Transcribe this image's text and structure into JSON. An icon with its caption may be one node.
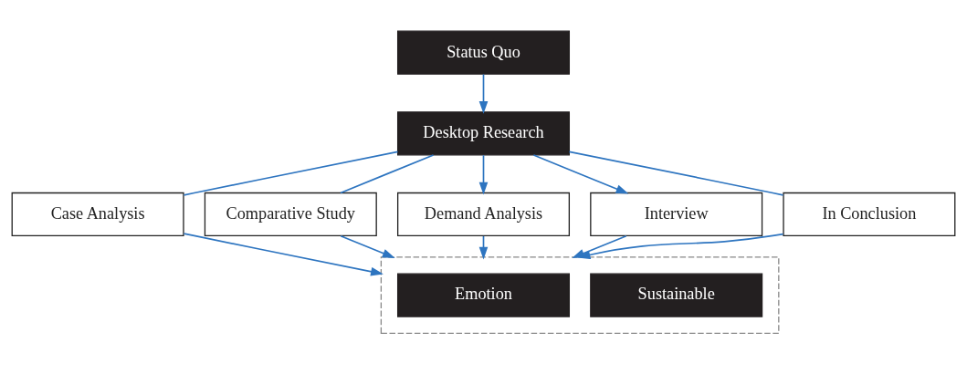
{
  "diagram": {
    "nodes": [
      {
        "text": [
          "Status Quo"
        ]
      },
      {
        "text": [
          "Desktop Research"
        ]
      },
      {
        "text": [
          "Case Analysis"
        ]
      },
      {
        "text": [
          "Comparative Study"
        ]
      },
      {
        "text": [
          "Demand Analysis"
        ]
      },
      {
        "text": [
          "Interview"
        ]
      },
      {
        "text": [
          "In Conclusion"
        ]
      },
      {
        "text": [],
        "shape": "box"
      },
      {
        "text": [
          "Sustainable"
        ],
        "in": 7
      },
      {
        "text": [
          "Emotion"
        ],
        "in": 7
      }
    ],
    "edges": [
      {
        "from": 0,
        "to": 1,
        "arrow": "to"
      },
      {
        "from": 1,
        "to": 2,
        "arrow": "none"
      },
      {
        "from": 1,
        "to": 3,
        "arrow": "none"
      },
      {
        "from": 1,
        "to": 4,
        "arrow": "to"
      },
      {
        "from": 1,
        "to": 5,
        "arrow": "to"
      },
      {
        "from": 1,
        "to": 6,
        "arrow": "none"
      },
      {
        "from": 2,
        "to": 7,
        "arrow": "to"
      },
      {
        "from": 3,
        "to": 7,
        "arrow": "to"
      },
      {
        "from": 4,
        "to": 7,
        "arrow": "to"
      },
      {
        "from": 5,
        "to": 7,
        "arrow": "to"
      },
      {
        "from": 6,
        "to": 7,
        "arrow": "to"
      }
    ]
  }
}
